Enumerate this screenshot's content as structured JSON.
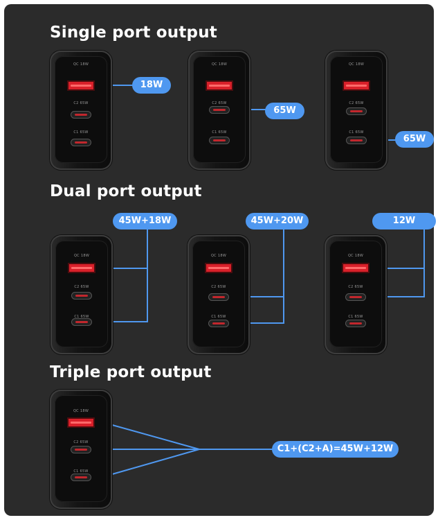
{
  "sections": {
    "single": {
      "title": "Single port output"
    },
    "dual": {
      "title": "Dual port output"
    },
    "triple": {
      "title": "Triple port output"
    }
  },
  "port_labels": {
    "qc": "QC 18W",
    "c2": "C2 65W",
    "c1": "C1 65W"
  },
  "single_outputs": [
    "18W",
    "65W",
    "65W"
  ],
  "dual_outputs": [
    "45W+18W",
    "45W+20W",
    "12W"
  ],
  "triple_output": "C1+(C2+A)=45W+12W",
  "colors": {
    "background": "#2b2b2b",
    "accent": "#4f98f0",
    "port_red": "#d9202a"
  }
}
